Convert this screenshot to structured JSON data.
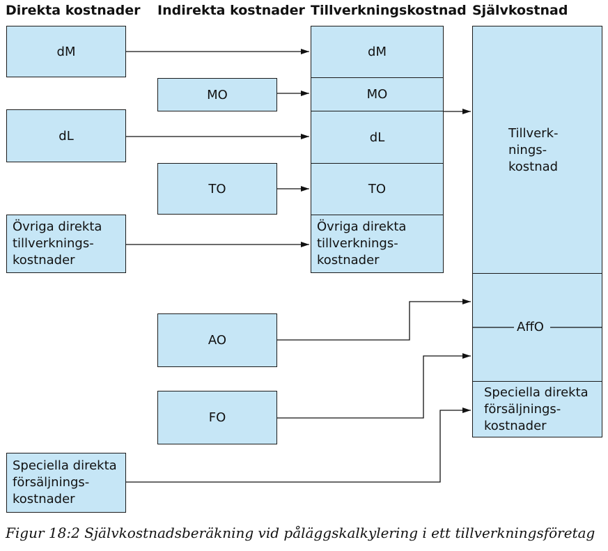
{
  "headers": {
    "direct": "Direkta kostnader",
    "indirect": "Indirekta kostnader",
    "manufacturing": "Tillverkningskostnad",
    "total": "Självkostnad"
  },
  "direct_costs": {
    "dm": "dM",
    "dl": "dL",
    "other": "Övriga direkta\ntillverknings-\nkostnader",
    "sales": "Speciella direkta\nförsäljnings-\nkostnader"
  },
  "indirect_costs": {
    "mo": "MO",
    "to": "TO",
    "ao": "AO",
    "fo": "FO"
  },
  "manufacturing_cost": {
    "dm": "dM",
    "mo": "MO",
    "dl": "dL",
    "to": "TO",
    "other": "Övriga direkta\ntillverknings-\nkostnader"
  },
  "total_cost": {
    "manufacturing": "Tillverk-\nnings-\nkostnad",
    "affo": "AffO",
    "sales": "Speciella direkta\nförsäljnings-\nkostnader"
  },
  "caption": "Figur 18:2 Självkostnadsberäkning vid påläggskalkylering i ett tillverkningsföretag"
}
